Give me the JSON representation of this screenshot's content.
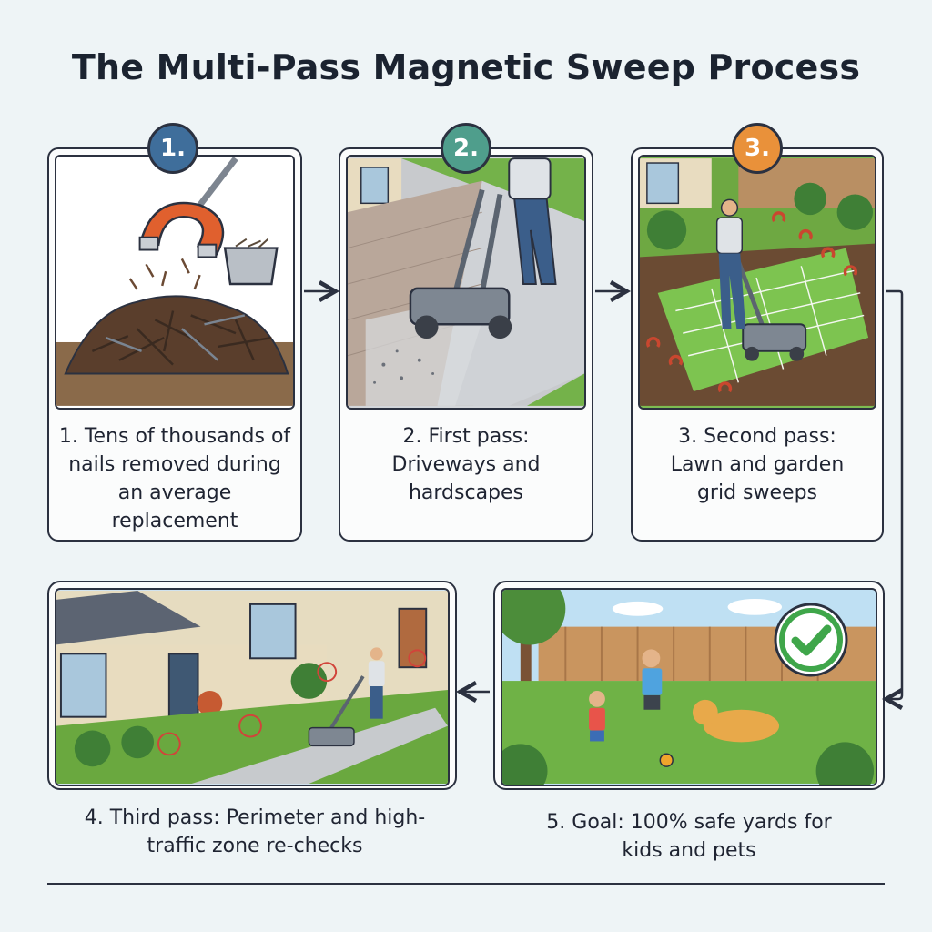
{
  "title": "The Multi-Pass Magnetic Sweep Process",
  "colors": {
    "badge1": "#3f6e9b",
    "badge2": "#4f9e8c",
    "badge3": "#e9913a",
    "check": "#3fa64a",
    "outline": "#2b3140"
  },
  "steps": [
    {
      "badge": "1.",
      "caption": "1. Tens of thousands of nails removed during an average replacement"
    },
    {
      "badge": "2.",
      "caption": "2. First pass: Driveways and hardscapes"
    },
    {
      "badge": "3.",
      "caption": "3. Second pass: Lawn and garden grid sweeps"
    },
    {
      "caption": "4. Third pass: Perimeter and high-traffic zone re-checks"
    },
    {
      "caption": "5. Goal: 100% safe yards for kids and pets"
    }
  ],
  "icons": [
    "magnet-icon",
    "bucket-icon",
    "magnetic-sweeper-icon",
    "checkmark-icon",
    "arrow-icon"
  ]
}
